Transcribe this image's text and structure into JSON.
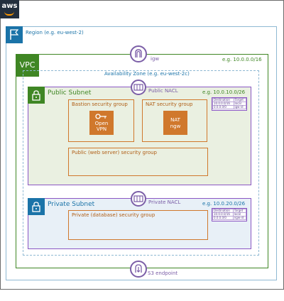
{
  "aws_logo": "aws",
  "region": {
    "label": "Region (e.g. eu-west-2)",
    "icon": "flag-icon"
  },
  "vpc": {
    "label": "VPC",
    "cidr": "e.g. 10.0.0.0/16"
  },
  "igw": {
    "label": "igw",
    "icon": "internet-gateway-icon"
  },
  "availability_zone": {
    "label": "Availability Zone (e.g. eu-west-2c)"
  },
  "public_subnet": {
    "label": "Public Subnet",
    "cidr": "e.g. 10.0.10.0/26",
    "nacl_label": "Public NACL",
    "security_groups": {
      "bastion": {
        "label": "Bastion security group",
        "service": "Open VPN"
      },
      "nat": {
        "label": "NAT security group",
        "service": "NAT ngw"
      },
      "web": {
        "label": "Public (web server) security group"
      }
    },
    "route_table": {
      "headers": [
        "Destination",
        "Target"
      ],
      "rows": [
        [
          "10.0.0.0/16",
          "local"
        ],
        [
          "0.0.0.0/0",
          "igw-id"
        ]
      ]
    }
  },
  "private_subnet": {
    "label": "Private Subnet",
    "cidr": "e.g. 10.0.20.0/26",
    "nacl_label": "Private NACL",
    "security_groups": {
      "database": {
        "label": "Private (database) security group"
      }
    },
    "route_table": {
      "headers": [
        "Destination",
        "Target"
      ],
      "rows": [
        [
          "10.0.0.0/16",
          "local"
        ],
        [
          "0.0.0.0/0",
          "ngw-id"
        ]
      ]
    }
  },
  "s3_endpoint": {
    "label": "S3 endpoint",
    "icon": "vpc-endpoint-icon"
  },
  "colors": {
    "aws_dark": "#232f3e",
    "region_blue": "#1a73a8",
    "vpc_green": "#3f8624",
    "nacl_purple": "#7b5ea7",
    "sg_orange": "#d0782c"
  }
}
